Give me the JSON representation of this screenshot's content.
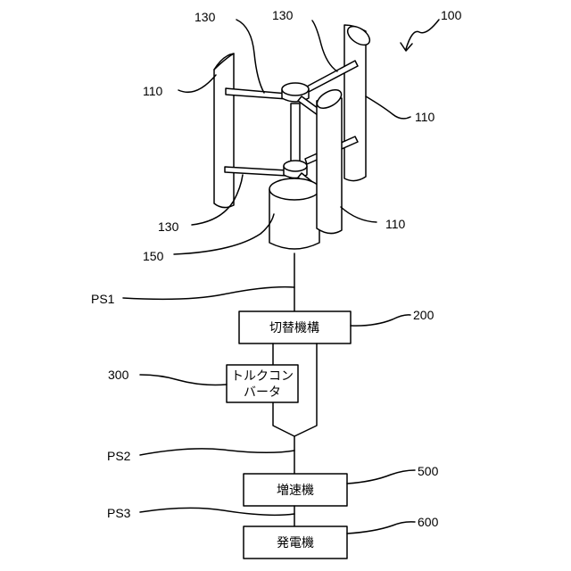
{
  "labels": {
    "l100": "100",
    "l110": "110",
    "l130": "130",
    "l150": "150",
    "l200": "200",
    "l300": "300",
    "l500": "500",
    "l600": "600",
    "ps1": "PS1",
    "ps2": "PS2",
    "ps3": "PS3"
  },
  "boxes": {
    "switching": "切替機構",
    "torque_line1": "トルクコン",
    "torque_line2": "バータ",
    "gearbox": "増速機",
    "generator": "発電機"
  }
}
